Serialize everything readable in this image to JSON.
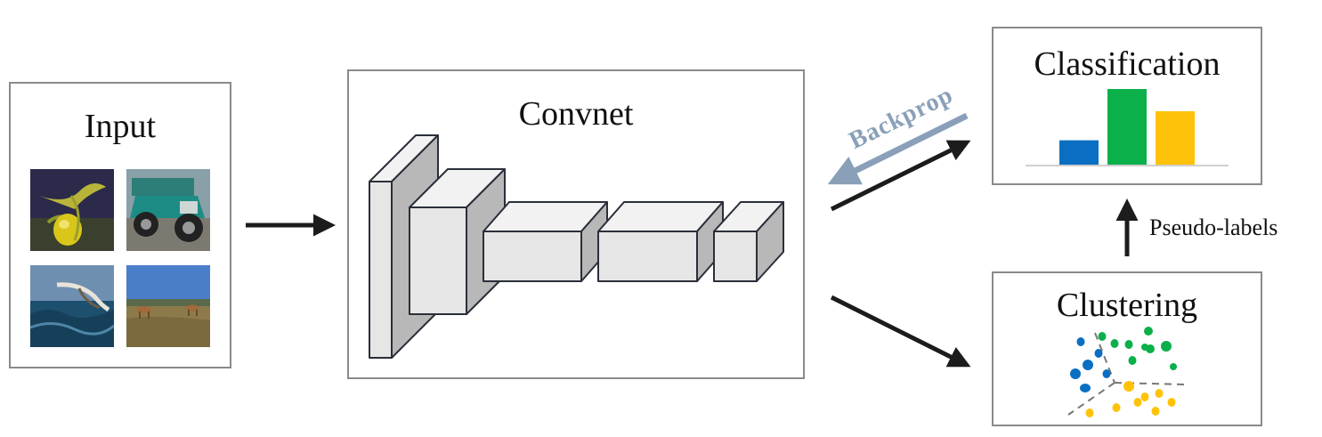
{
  "input": {
    "title": "Input"
  },
  "convnet": {
    "title": "Convnet"
  },
  "classification": {
    "title": "Classification"
  },
  "clustering": {
    "title": "Clustering"
  },
  "backprop_label": "Backprop",
  "pseudo_labels_label": "Pseudo-labels",
  "images": [
    {
      "name": "flower-image"
    },
    {
      "name": "vintage-car-image"
    },
    {
      "name": "seabird-image"
    },
    {
      "name": "antelope-image"
    }
  ],
  "colors": {
    "blue": "#0a6fc2",
    "green": "#0bb04a",
    "yellow": "#ffc20a",
    "backprop": "#8aa0b8",
    "arrow": "#1c1c1c",
    "box_border": "#8a8a8a"
  },
  "bars": [
    {
      "color": "blue",
      "value": 0.33
    },
    {
      "color": "green",
      "value": 1.0
    },
    {
      "color": "yellow",
      "value": 0.71
    }
  ]
}
